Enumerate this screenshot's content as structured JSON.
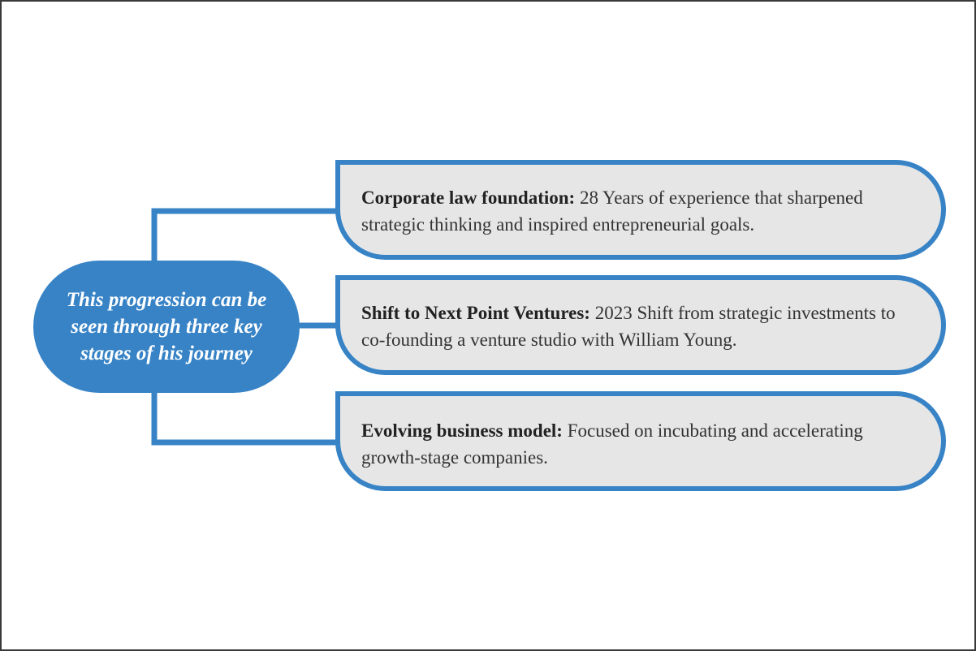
{
  "hub": {
    "text": "This progression can be seen through three key stages of his journey"
  },
  "stages": [
    {
      "title": "Corporate law foundation:",
      "text": "28 Years of experience that sharpened strategic thinking and inspired entrepreneurial goals."
    },
    {
      "title": "Shift to Next Point Ventures:",
      "text": "2023 Shift from strategic investments to co-founding a venture studio with William Young."
    },
    {
      "title": "Evolving business model:",
      "text": "Focused on incubating and accelerating growth-stage companies."
    }
  ],
  "colors": {
    "accent": "#3783c6",
    "box_fill": "#e6e6e6",
    "frame": "#3a3a3a"
  }
}
